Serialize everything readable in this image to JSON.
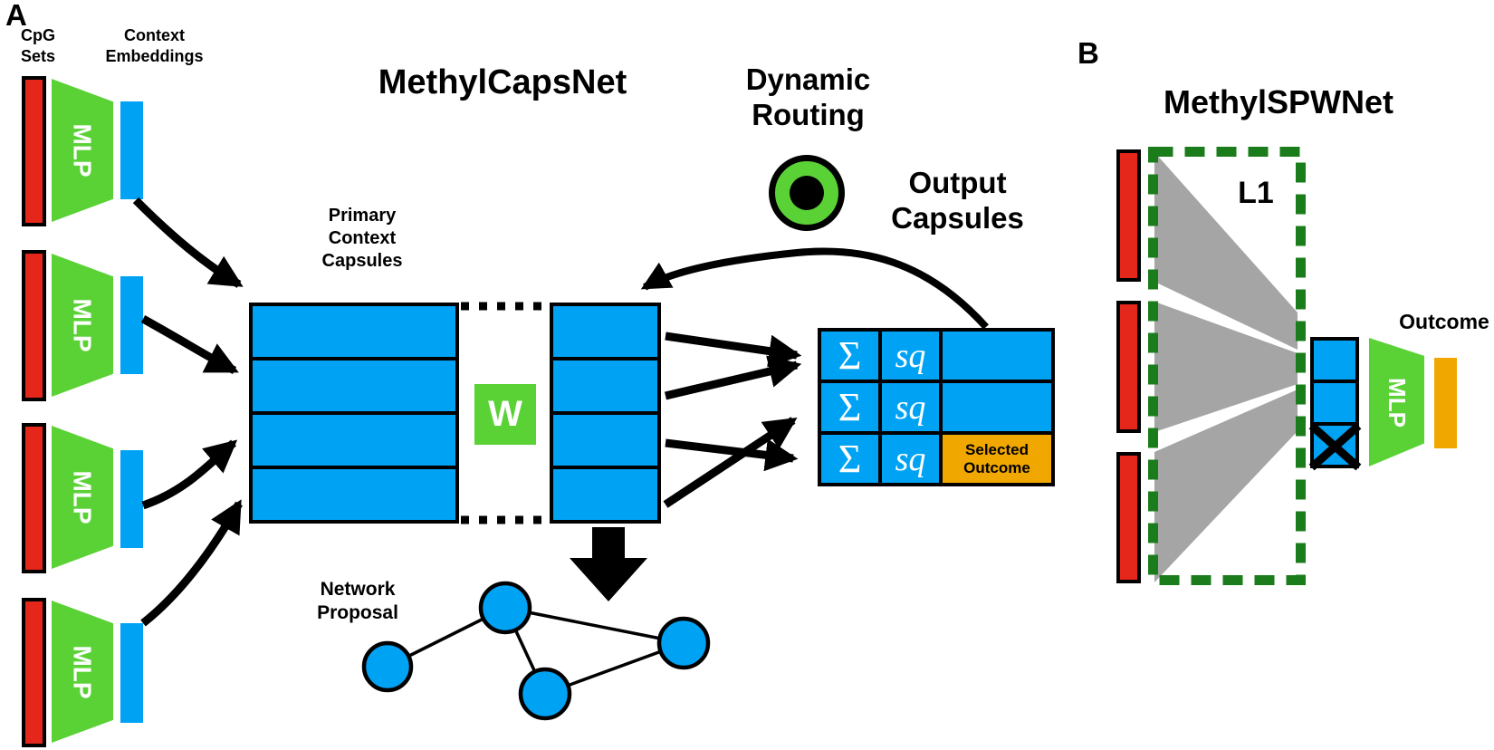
{
  "colors": {
    "blue": "#00A2F4",
    "red": "#E5261B",
    "green": "#5AD236",
    "dark_green": "#1B7C1B",
    "orange": "#F0A800",
    "gray": "#A5A5A5",
    "black": "#000000"
  },
  "panel_a": {
    "label": "A",
    "title": "MethylCapsNet",
    "cpg_sets_label": "CpG\nSets",
    "context_embeddings_label": "Context\nEmbeddings",
    "mlp_label": "MLP",
    "primary_capsules_label": "Primary\nContext\nCapsules",
    "dynamic_routing_label": "Dynamic\nRouting",
    "output_capsules_label": "Output\nCapsules",
    "weight_matrix_label": "W",
    "network_proposal_label": "Network\nProposal",
    "output_table": {
      "rows": [
        {
          "sum": "Σ",
          "squash": "sq",
          "outcome": ""
        },
        {
          "sum": "Σ",
          "squash": "sq",
          "outcome": ""
        },
        {
          "sum": "Σ",
          "squash": "sq",
          "outcome": "Selected\nOutcome"
        }
      ]
    }
  },
  "panel_b": {
    "label": "B",
    "title": "MethylSPWNet",
    "l1_label": "L1",
    "mlp_label": "MLP",
    "outcome_label": "Outcome"
  }
}
